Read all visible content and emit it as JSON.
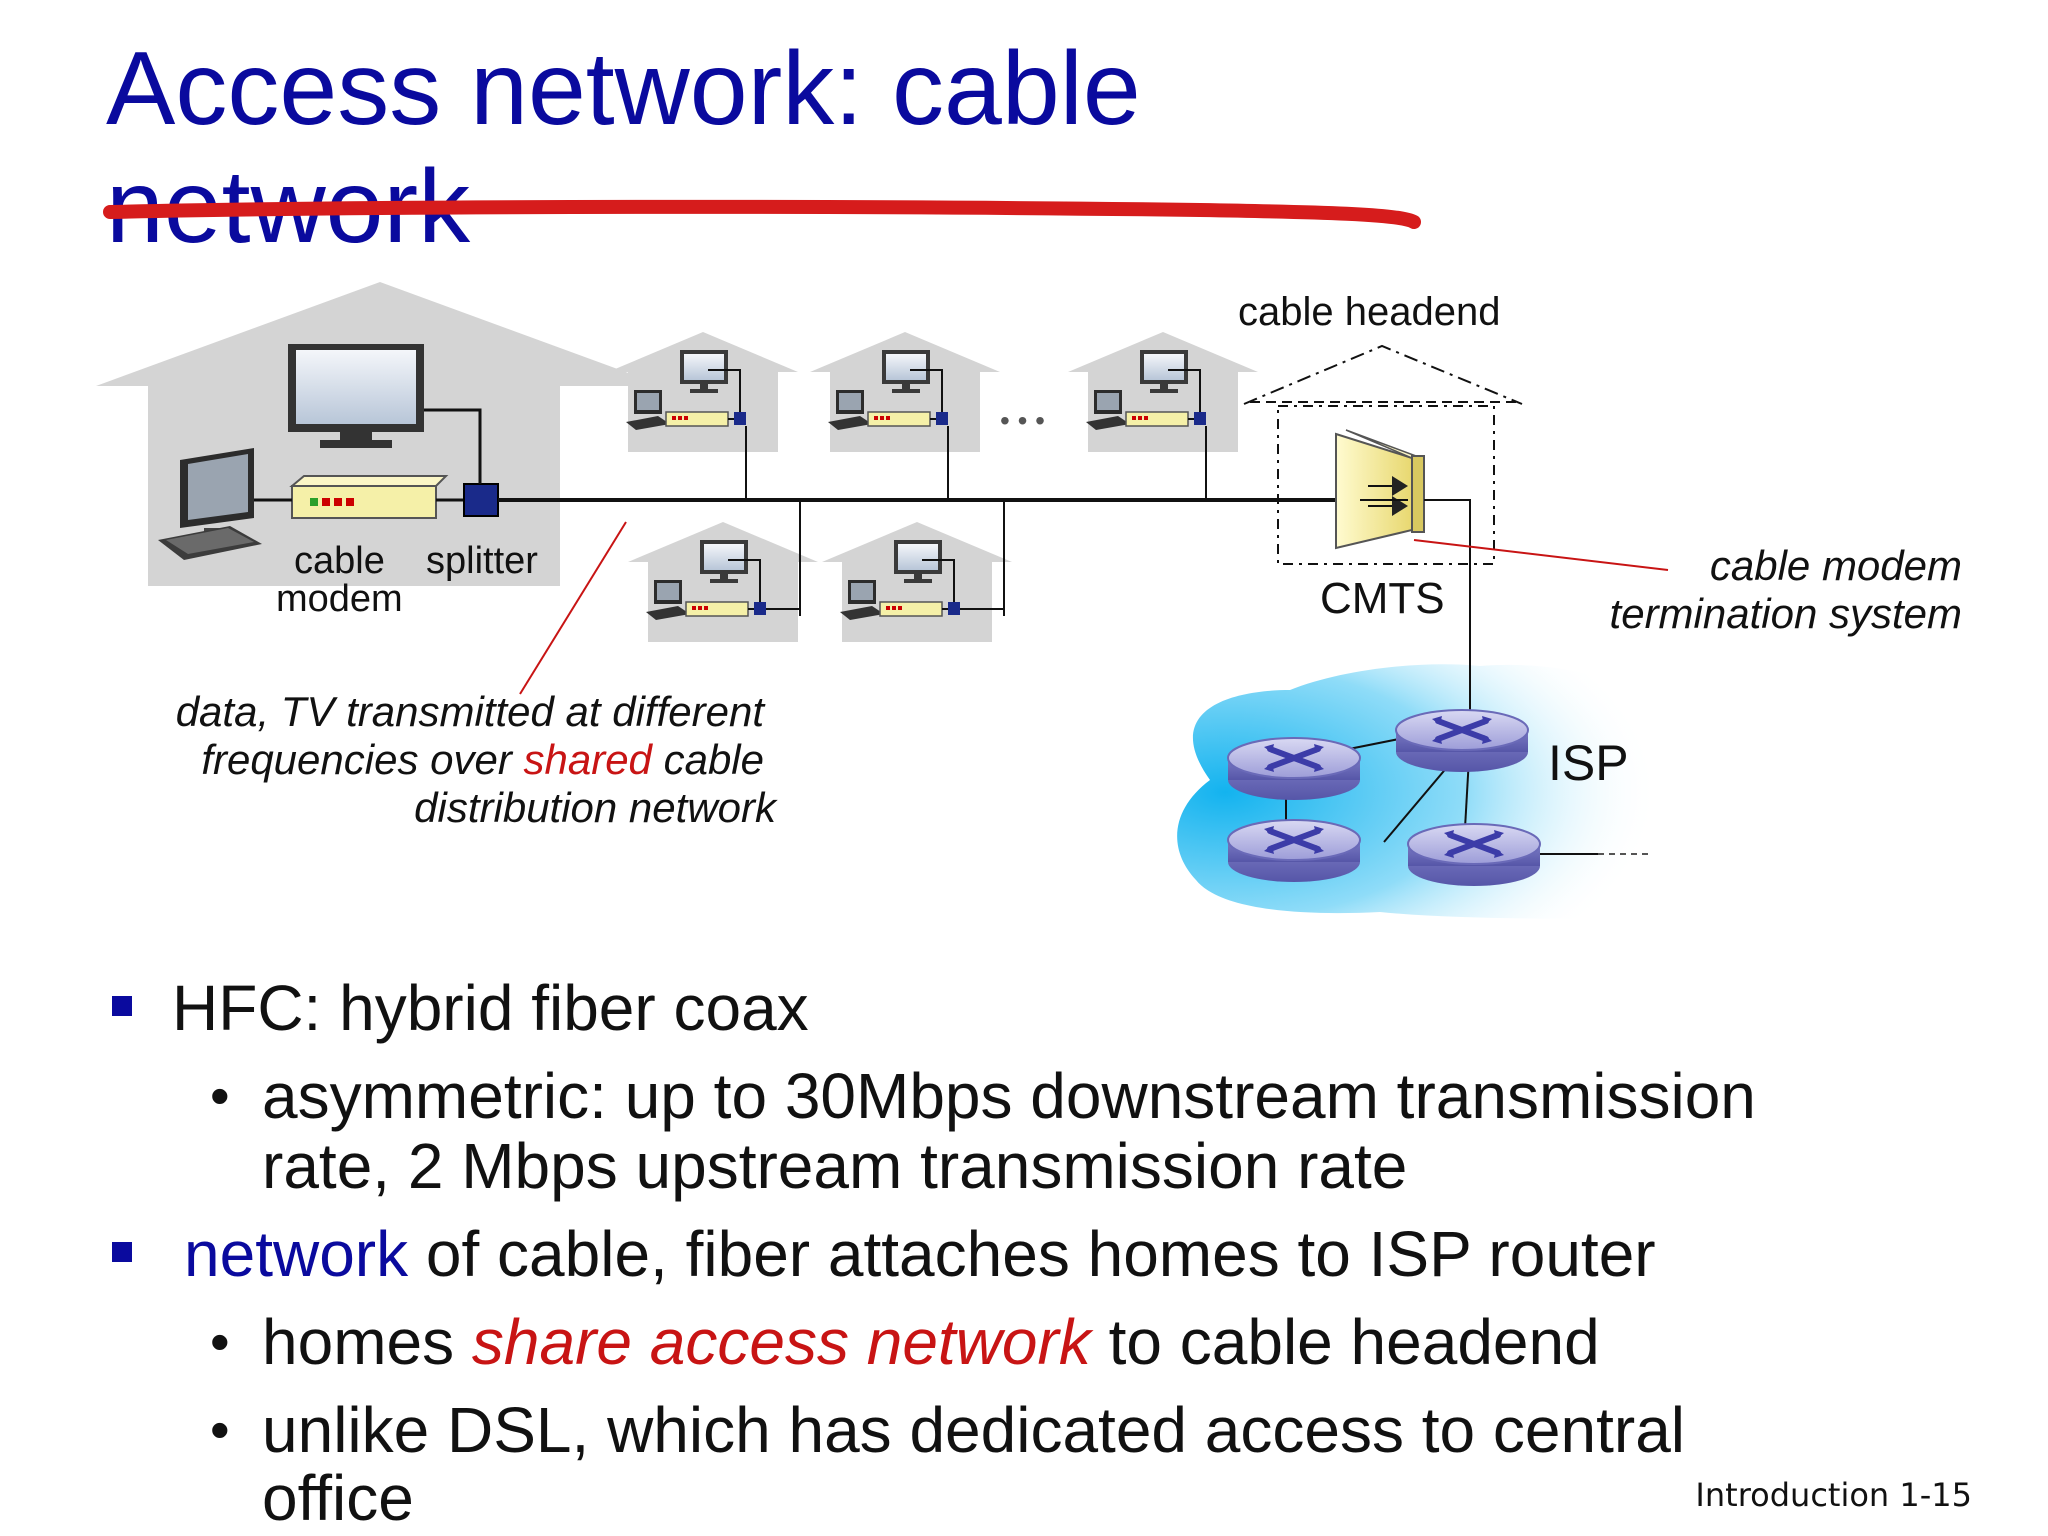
{
  "title": {
    "line1": "Access network: cable",
    "line2": "network"
  },
  "diagram": {
    "cable_headend": "cable headend",
    "cable_modem_l1": "cable",
    "cable_modem_l2": "modem",
    "splitter": "splitter",
    "cmts": "CMTS",
    "cmts_desc_l1": "cable modem",
    "cmts_desc_l2": "termination system",
    "isp": "ISP",
    "ellipsis": "• • •",
    "shared_note": {
      "l1": "data, TV transmitted at different",
      "l2_a": "frequencies over ",
      "l2_b": "shared",
      "l2_c": " cable",
      "l3": "distribution network"
    }
  },
  "bullets": {
    "b1": "HFC: hybrid fiber coax",
    "b1_sub1_l1": "asymmetric: up to 30Mbps downstream transmission",
    "b1_sub1_l2": "rate, 2 Mbps upstream transmission rate",
    "b2_a": "network",
    "b2_b": " of cable, fiber attaches homes to ISP router",
    "b2_sub1_a": "homes ",
    "b2_sub1_b": "share access network",
    "b2_sub1_c": " to cable headend",
    "b2_sub2_l1": "unlike DSL, which has dedicated access to central",
    "b2_sub2_l2": "office"
  },
  "footer": "Introduction 1-15",
  "colors": {
    "title_blue": "#0a0a9e",
    "annotation_red": "#c81414",
    "house_gray": "#d4d4d4",
    "isp_cloud": "#29b8f0"
  }
}
